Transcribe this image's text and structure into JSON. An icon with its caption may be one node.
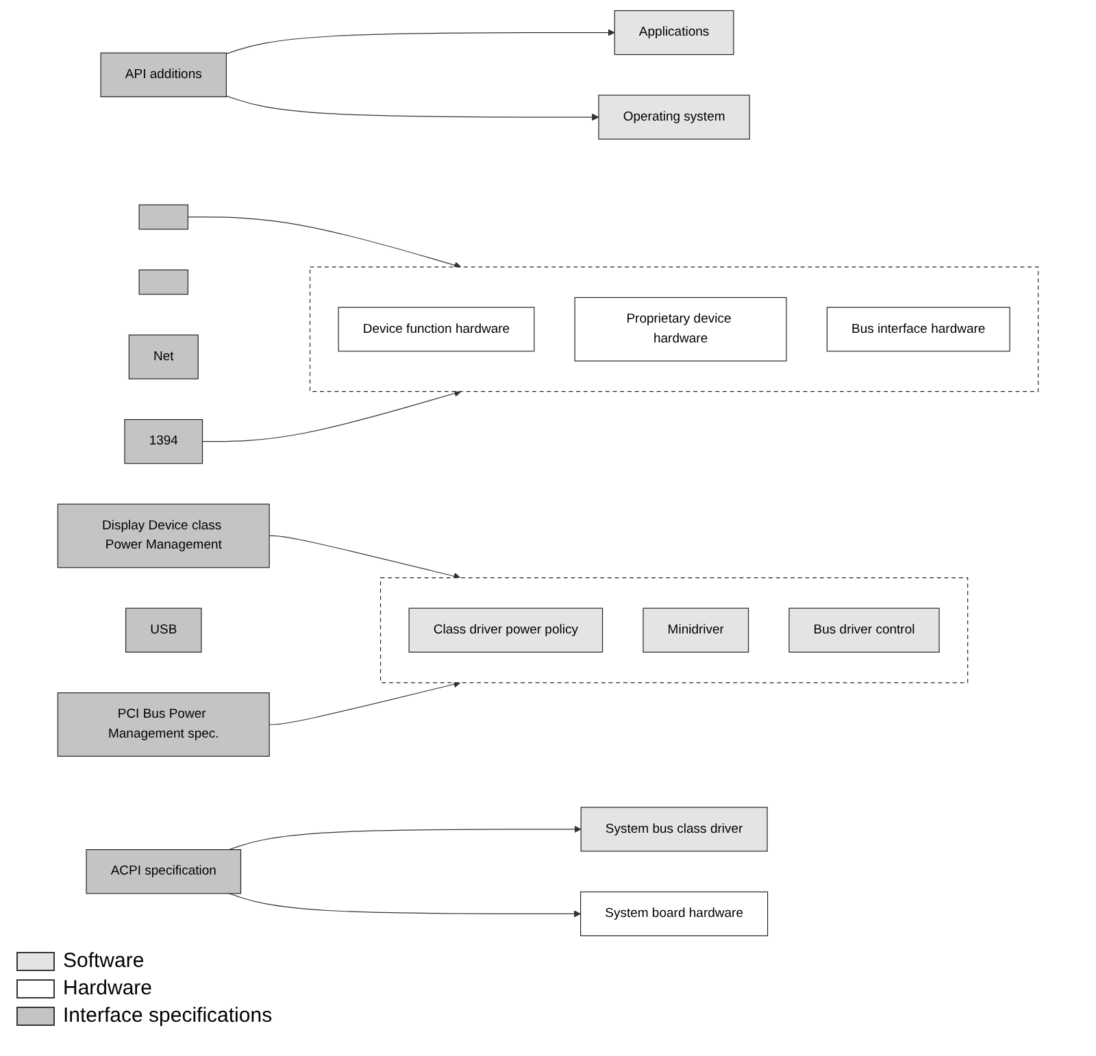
{
  "diagram": {
    "nodes": [
      {
        "text": [
          "Applications"
        ]
      },
      {
        "text": [
          "API additions"
        ]
      },
      {
        "text": [
          "Operating system"
        ]
      },
      {
        "text": [],
        "shape": "box"
      },
      {
        "text": [
          "Device function hardware"
        ],
        "in": 3
      },
      {
        "text": [
          "Proprietary device hardware"
        ],
        "in": 3
      },
      {
        "text": [
          "Bus interface hardware"
        ],
        "in": 3
      },
      {
        "text": [],
        "shape": "box"
      },
      {
        "text": [],
        "shape": "box"
      },
      {
        "text": [
          "Net"
        ]
      },
      {
        "text": [
          "Display Device class Power Management"
        ]
      },
      {
        "text": [
          "1394"
        ]
      },
      {
        "text": [
          "USB"
        ]
      },
      {
        "text": [
          "PCI Bus Power Management spec."
        ]
      },
      {
        "text": [],
        "shape": "box"
      },
      {
        "text": [
          "Class driver power policy"
        ],
        "in": 14
      },
      {
        "text": [
          "Minidriver"
        ],
        "in": 14
      },
      {
        "text": [
          "Bus driver control"
        ],
        "in": 14
      },
      {
        "text": [
          "System bus class driver"
        ]
      },
      {
        "text": [
          "ACPI specification"
        ]
      },
      {
        "text": [
          "System board hardware"
        ]
      }
    ],
    "edges": [
      {
        "from": 1,
        "to": 0,
        "arrow": "to"
      },
      {
        "from": 1,
        "to": 2,
        "arrow": "to"
      },
      {
        "from": 7,
        "to": 3,
        "arrow": "to"
      },
      {
        "from": 10,
        "to": 14,
        "arrow": "to"
      },
      {
        "from": 11,
        "to": 3,
        "arrow": "to"
      },
      {
        "from": 13,
        "to": 14,
        "arrow": "to"
      },
      {
        "from": 19,
        "to": 18,
        "arrow": "to"
      },
      {
        "from": 19,
        "to": 20,
        "arrow": "to"
      }
    ],
    "legend": [
      {
        "text": "Software",
        "color": "#e4e4e4"
      },
      {
        "text": "Hardware",
        "color": "#ffffff"
      },
      {
        "text": "Interface specifications",
        "color": "#c4c4c4"
      }
    ]
  }
}
